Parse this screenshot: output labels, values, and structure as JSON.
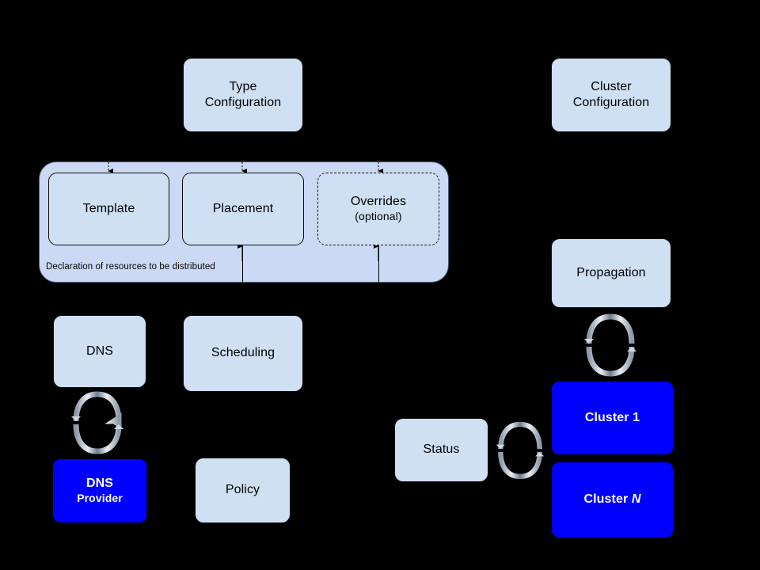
{
  "diagram": {
    "title": "Federation resource and cluster propagation diagram",
    "background_color": "#000000",
    "node_fill": "#cfe0f3",
    "group_fill": "#ccd9f5",
    "accent_color": "#0000ff",
    "accent_text_color": "#ffffff",
    "sync_icon_color": "#c8d4e2"
  },
  "nodes": {
    "type_configuration": {
      "label": "Type",
      "label2": "Configuration"
    },
    "cluster_configuration": {
      "label": "Cluster",
      "label2": "Configuration"
    },
    "template": {
      "label": "Template"
    },
    "placement": {
      "label": "Placement"
    },
    "overrides": {
      "label": "Overrides",
      "sub": "(optional)"
    },
    "dns": {
      "label": "DNS"
    },
    "scheduling": {
      "label": "Scheduling"
    },
    "dns_provider": {
      "label": "DNS",
      "label2": "Provider"
    },
    "policy": {
      "label": "Policy"
    },
    "propagation": {
      "label": "Propagation"
    },
    "status": {
      "label": "Status"
    },
    "cluster_1": {
      "label": "Cluster 1"
    },
    "cluster_n_prefix": {
      "label": "Cluster "
    },
    "cluster_n_suffix": {
      "label": "N"
    }
  },
  "group": {
    "caption": "Declaration of resources to be distributed"
  },
  "icons": {
    "sync_dns": "sync-arrows-icon",
    "sync_propagation": "sync-arrows-icon",
    "sync_status": "sync-arrows-icon"
  }
}
